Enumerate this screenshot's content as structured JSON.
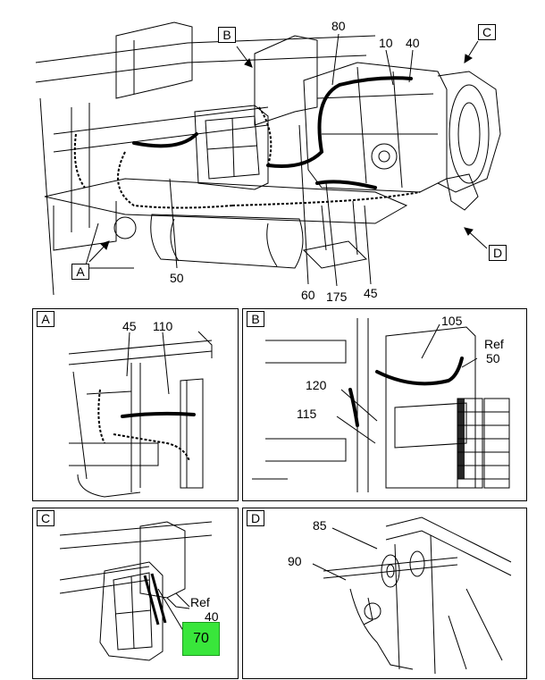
{
  "main_view": {
    "callouts": {
      "B": "B",
      "C": "C",
      "A": "A",
      "D": "D",
      "n80": "80",
      "n10": "10",
      "n40": "40",
      "n50": "50",
      "n60": "60",
      "n175": "175",
      "n45": "45"
    }
  },
  "detail_a": {
    "letter": "A",
    "callouts": {
      "n45": "45",
      "n110": "110"
    }
  },
  "detail_b": {
    "letter": "B",
    "callouts": {
      "n105": "105",
      "ref": "Ref",
      "n50": "50",
      "n120": "120",
      "n115": "115"
    }
  },
  "detail_c": {
    "letter": "C",
    "callouts": {
      "ref": "Ref",
      "n40": "40"
    },
    "highlight": {
      "label": "70",
      "color": "#39e63b"
    }
  },
  "detail_d": {
    "letter": "D",
    "callouts": {
      "n85": "85",
      "n90": "90"
    }
  }
}
